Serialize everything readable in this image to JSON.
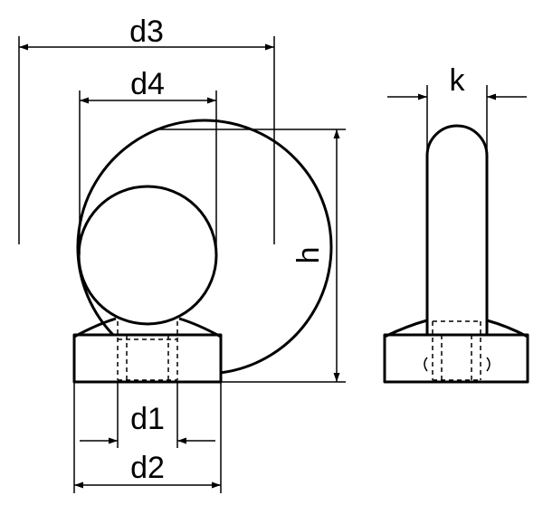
{
  "labels": {
    "d1": "d1",
    "d2": "d2",
    "d3": "d3",
    "d4": "d4",
    "h": "h",
    "k": "k"
  }
}
